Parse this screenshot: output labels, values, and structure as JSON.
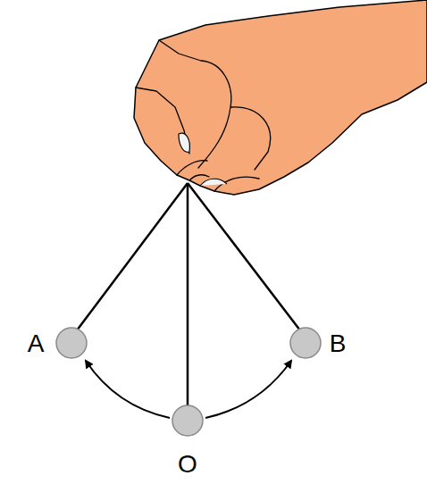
{
  "diagram": {
    "labels": [
      "A",
      "B",
      "O"
    ]
  }
}
